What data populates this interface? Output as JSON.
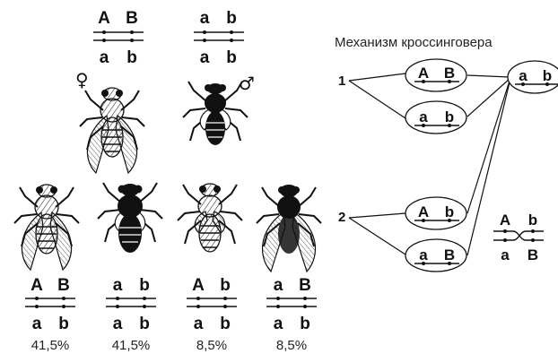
{
  "title": "Механизм кроссинговера",
  "parents": [
    {
      "top": [
        "A",
        "B"
      ],
      "bottom": [
        "a",
        "b"
      ],
      "sex": "♀"
    },
    {
      "top": [
        "a",
        "b"
      ],
      "bottom": [
        "a",
        "b"
      ],
      "sex": "♂"
    }
  ],
  "offspring": [
    {
      "top": [
        "A",
        "B"
      ],
      "bottom": [
        "a",
        "b"
      ],
      "percent": "41,5%"
    },
    {
      "top": [
        "a",
        "b"
      ],
      "bottom": [
        "a",
        "b"
      ],
      "percent": "41,5%"
    },
    {
      "top": [
        "A",
        "b"
      ],
      "bottom": [
        "a",
        "b"
      ],
      "percent": "8,5%"
    },
    {
      "top": [
        "a",
        "B"
      ],
      "bottom": [
        "a",
        "b"
      ],
      "percent": "8,5%"
    }
  ],
  "mechanism": {
    "label_1": "1",
    "label_2": "2",
    "gametes_1": [
      [
        "A",
        "B"
      ],
      [
        "a",
        "b"
      ]
    ],
    "gametes_2": [
      [
        "A",
        "b"
      ],
      [
        "a",
        "B"
      ]
    ],
    "male_gamete": [
      "a",
      "b"
    ],
    "crossover": {
      "top": [
        "A",
        "b"
      ],
      "bottom": [
        "a",
        "B"
      ]
    }
  }
}
